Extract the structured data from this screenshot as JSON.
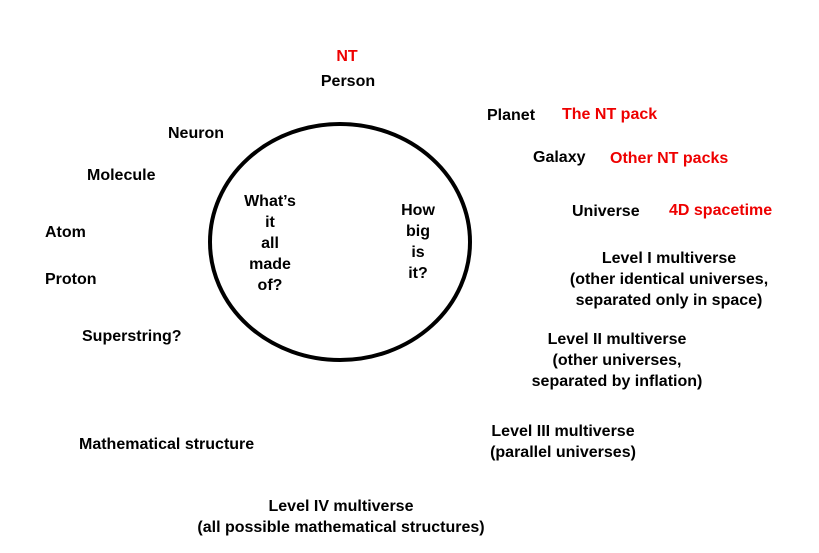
{
  "colors": {
    "highlight": "#ee0000",
    "text": "#000000"
  },
  "center": {
    "left_question": [
      "What’s",
      "it",
      "all",
      "made",
      "of?"
    ],
    "right_question": [
      "How",
      "big",
      "is",
      "it?"
    ]
  },
  "top": {
    "nt": "NT",
    "person": "Person"
  },
  "small_scales": {
    "neuron": "Neuron",
    "molecule": "Molecule",
    "atom": "Atom",
    "proton": "Proton",
    "superstring": "Superstring?",
    "math_structure": "Mathematical structure"
  },
  "large_scales": {
    "planet": "Planet",
    "nt_pack": "The NT pack",
    "galaxy": "Galaxy",
    "other_nt_packs": "Other NT packs",
    "universe": "Universe",
    "spacetime": "4D spacetime",
    "level1": [
      "Level I multiverse",
      "(other identical universes,",
      "separated only in space)"
    ],
    "level2": [
      "Level II multiverse",
      "(other universes,",
      "separated by inflation)"
    ],
    "level3": [
      "Level III multiverse",
      "(parallel universes)"
    ]
  },
  "bottom": {
    "level4": [
      "Level IV multiverse",
      "(all possible mathematical structures)"
    ]
  }
}
